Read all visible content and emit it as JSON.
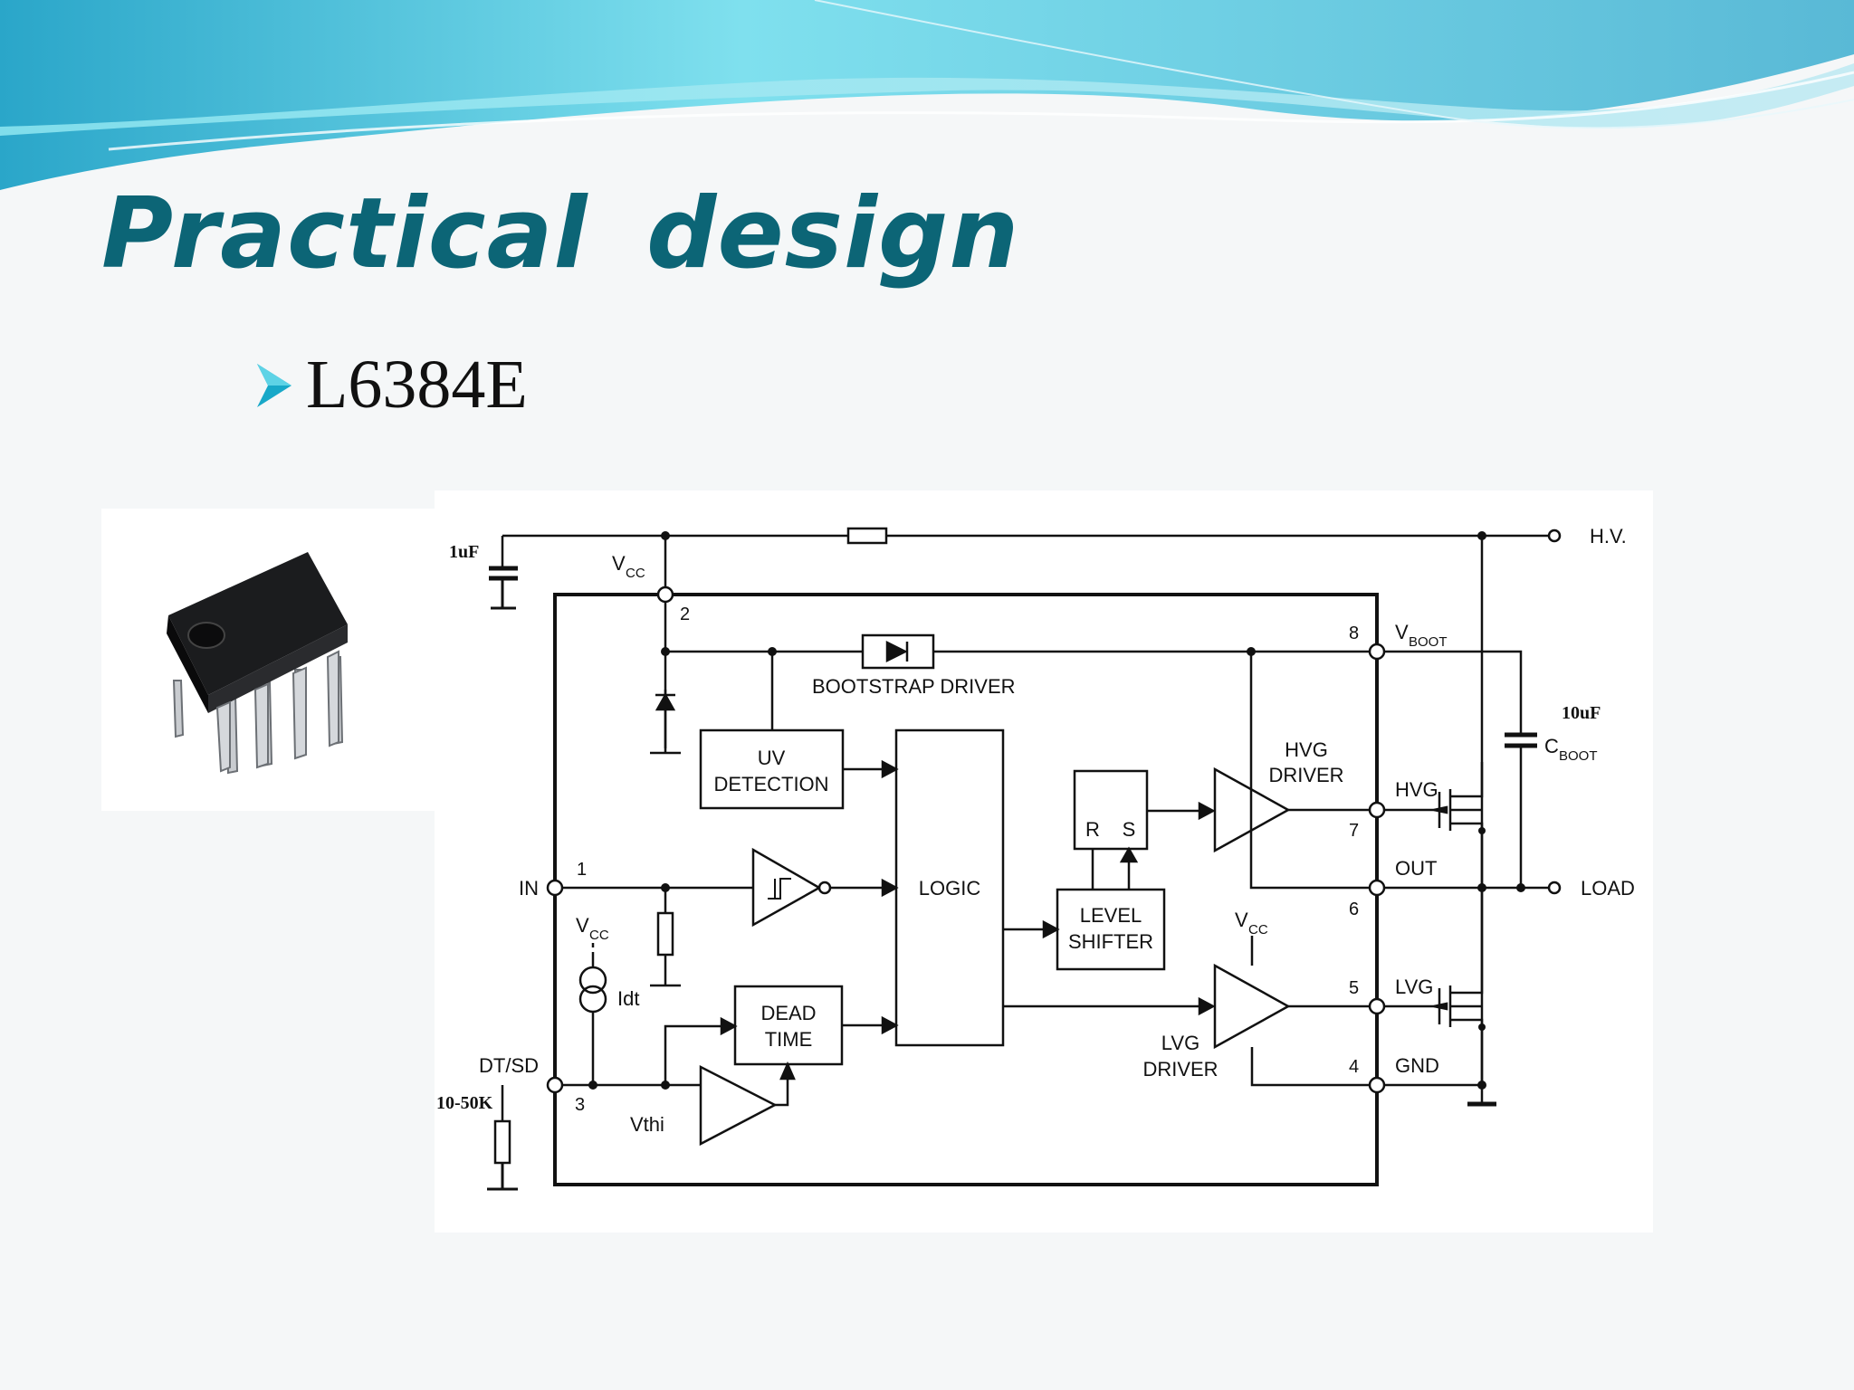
{
  "slide": {
    "title": "Practical  design",
    "bullet": "L6384E"
  },
  "diagram": {
    "labels": {
      "hv": "H.V.",
      "cap_vcc": "1uF",
      "vcc": "V",
      "vcc_sub": "CC",
      "pin2": "2",
      "pin8": "8",
      "vboot": "V",
      "vboot_sub": "BOOT",
      "bootstrap_driver": "BOOTSTRAP DRIVER",
      "cap_boot": "10uF",
      "cboot": "C",
      "cboot_sub": "BOOT",
      "uv_line1": "UV",
      "uv_line2": "DETECTION",
      "logic": "LOGIC",
      "hvg_driver_line1": "HVG",
      "hvg_driver_line2": "DRIVER",
      "hvg": "HVG",
      "pin7": "7",
      "r": "R",
      "s": "S",
      "in": "IN",
      "pin1": "1",
      "out": "OUT",
      "load": "LOAD",
      "pin6": "6",
      "level_line1": "LEVEL",
      "level_line2": "SHIFTER",
      "vcc2": "V",
      "vcc2_sub": "CC",
      "vcc3": "V",
      "vcc3_sub": "CC",
      "idt": "Idt",
      "dead_line1": "DEAD",
      "dead_line2": "TIME",
      "pin5": "5",
      "lvg": "LVG",
      "lvg_driver_line1": "LVG",
      "lvg_driver_line2": "DRIVER",
      "pin4": "4",
      "gnd": "GND",
      "dtsd": "DT/SD",
      "res_dt": "10-50K",
      "pin3": "3",
      "vthi": "Vthi"
    }
  }
}
